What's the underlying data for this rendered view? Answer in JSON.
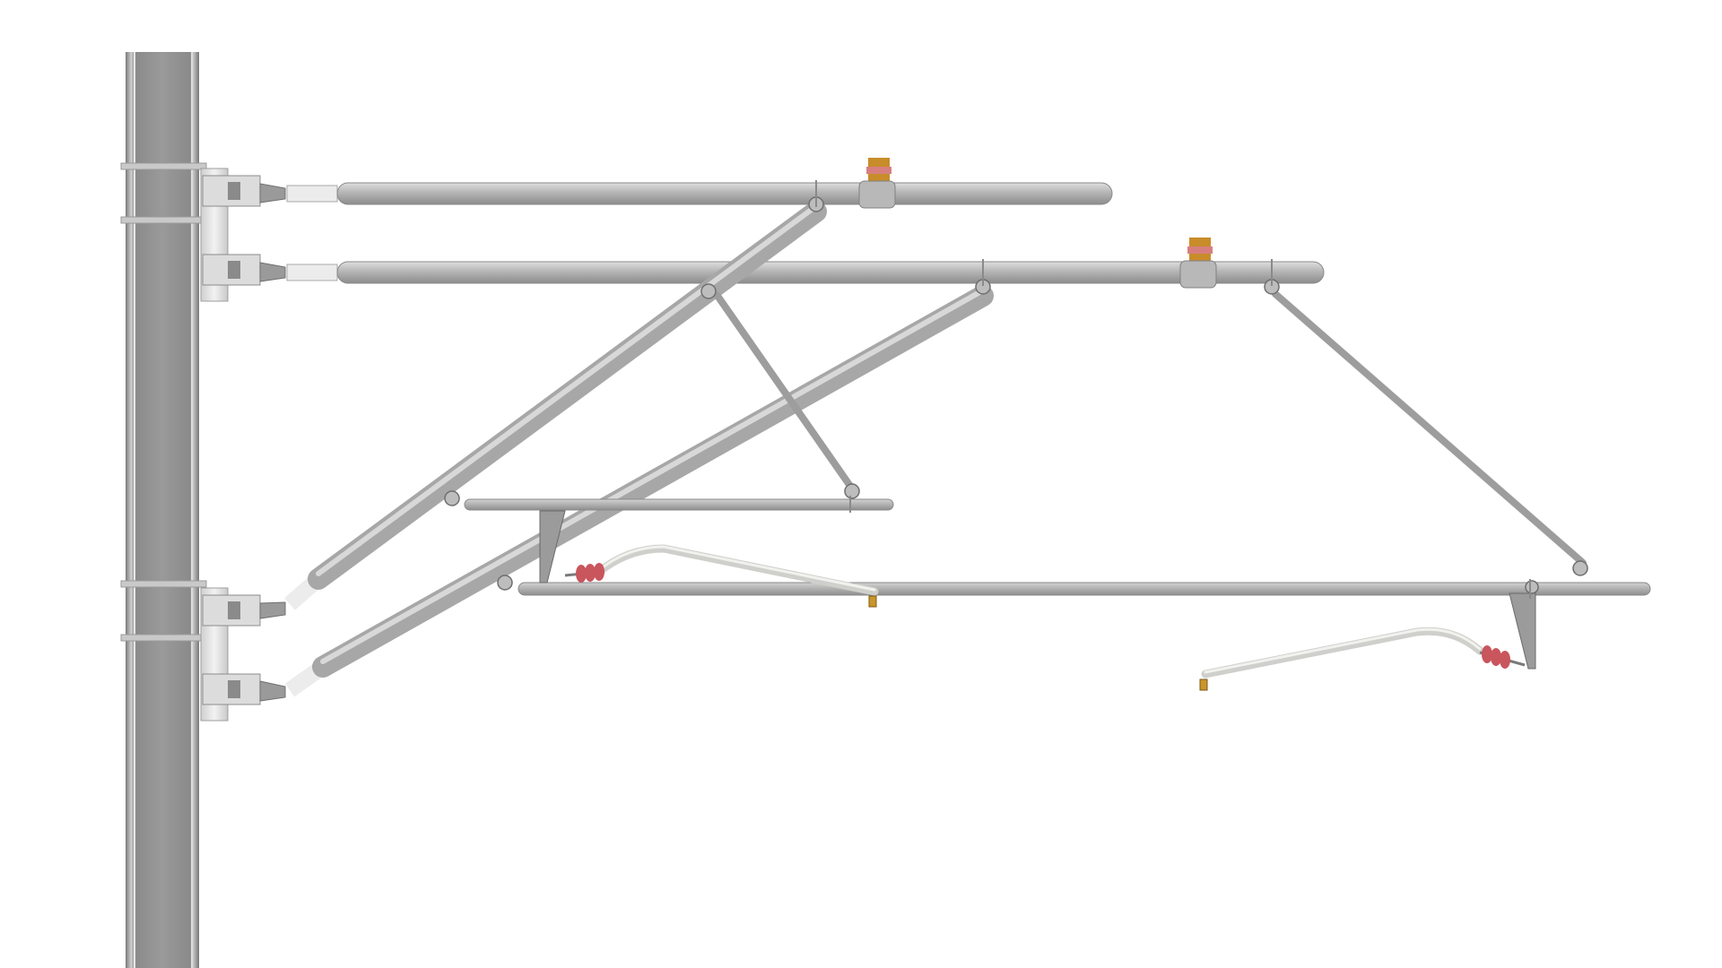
{
  "scene": {
    "description_visible_text": [],
    "colors": {
      "background": "#ffffff",
      "mast": "#8d8d8d",
      "tube": "#b2b2b2",
      "tube_light": "#d6d6d6",
      "tube_dark": "#7c7c7c",
      "bracket": "#e6e6e6",
      "insulator_white": "#ececec",
      "insulator_red": "#c9555d",
      "insulator_brass": "#c98c2a",
      "registration_arm": "#e2e2de",
      "fitting_dark": "#6d6d6d"
    },
    "components": {
      "mast": "mast-pole",
      "upper_cantilevers": [
        "upper-bracket-tube-1",
        "upper-bracket-tube-2"
      ],
      "diagonal_tubes": [
        "diagonal-tube-1",
        "diagonal-tube-2"
      ],
      "stays": [
        "stay-rod-1",
        "stay-rod-2"
      ],
      "horizontal_tubes": [
        "registration-tube-1",
        "registration-tube-2"
      ],
      "steady_arms": [
        "steady-arm-1",
        "steady-arm-2"
      ],
      "insulators": [
        "top-insulator-1",
        "top-insulator-2",
        "arm-insulator-1",
        "arm-insulator-2"
      ]
    }
  }
}
